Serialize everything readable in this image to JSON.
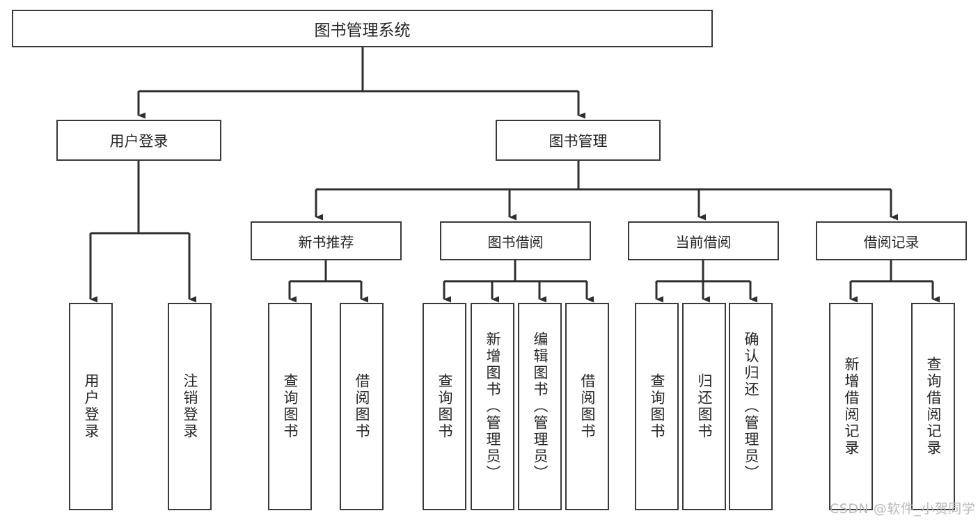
{
  "diagram": {
    "type": "hierarchy-tree",
    "root": {
      "id": "root",
      "label": "图书管理系统"
    },
    "level1": [
      {
        "id": "user-login",
        "label": "用户登录"
      },
      {
        "id": "book-manage",
        "label": "图书管理"
      }
    ],
    "level2": [
      {
        "id": "new-book-recommend",
        "label": "新书推荐",
        "parent": "book-manage"
      },
      {
        "id": "book-borrow",
        "label": "图书借阅",
        "parent": "book-manage"
      },
      {
        "id": "current-borrow",
        "label": "当前借阅",
        "parent": "book-manage"
      },
      {
        "id": "borrow-record",
        "label": "借阅记录",
        "parent": "book-manage"
      }
    ],
    "leaves": {
      "user_login": [
        {
          "id": "leaf-user-login",
          "label": "用户登录"
        },
        {
          "id": "leaf-logout-login",
          "label": "注销登录"
        }
      ],
      "new_book_recommend": [
        {
          "id": "leaf-query-book-1",
          "label": "查询图书"
        },
        {
          "id": "leaf-borrow-book-1",
          "label": "借阅图书"
        }
      ],
      "book_borrow": [
        {
          "id": "leaf-query-book-2",
          "label": "查询图书"
        },
        {
          "id": "leaf-add-book",
          "label": "新增图书（管理员）"
        },
        {
          "id": "leaf-edit-book",
          "label": "编辑图书（管理员）"
        },
        {
          "id": "leaf-borrow-book-2",
          "label": "借阅图书"
        }
      ],
      "current_borrow": [
        {
          "id": "leaf-query-book-3",
          "label": "查询图书"
        },
        {
          "id": "leaf-return-book",
          "label": "归还图书"
        },
        {
          "id": "leaf-confirm-return",
          "label": "确认归还（管理员）"
        }
      ],
      "borrow_record": [
        {
          "id": "leaf-add-record",
          "label": "新增借阅记录"
        },
        {
          "id": "leaf-query-record",
          "label": "查询借阅记录"
        }
      ]
    },
    "colors": {
      "stroke": "#3a3a3a",
      "fill": "#ffffff",
      "text": "#262626",
      "watermark": "#b9b9b9"
    }
  },
  "watermark": {
    "text": "CSDN @软件_小贺同学"
  }
}
